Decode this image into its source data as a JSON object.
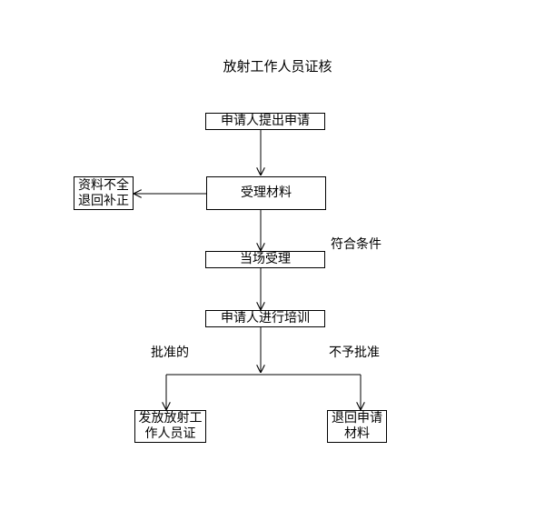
{
  "title": "放射工作人员证核",
  "nodes": {
    "apply": "申请人提出申请",
    "accept_material": "受理材料",
    "incomplete_line1": "资料不全",
    "incomplete_line2": "退回补正",
    "onsite_accept": "当场受理",
    "training": "申请人进行培训",
    "issue_line1": "发放放射工",
    "issue_line2": "作人员证",
    "return_line1": "退回申请",
    "return_line2": "材料"
  },
  "edge_labels": {
    "meets_conditions": "符合条件",
    "approved": "批准的",
    "not_approved": "不予批准"
  }
}
